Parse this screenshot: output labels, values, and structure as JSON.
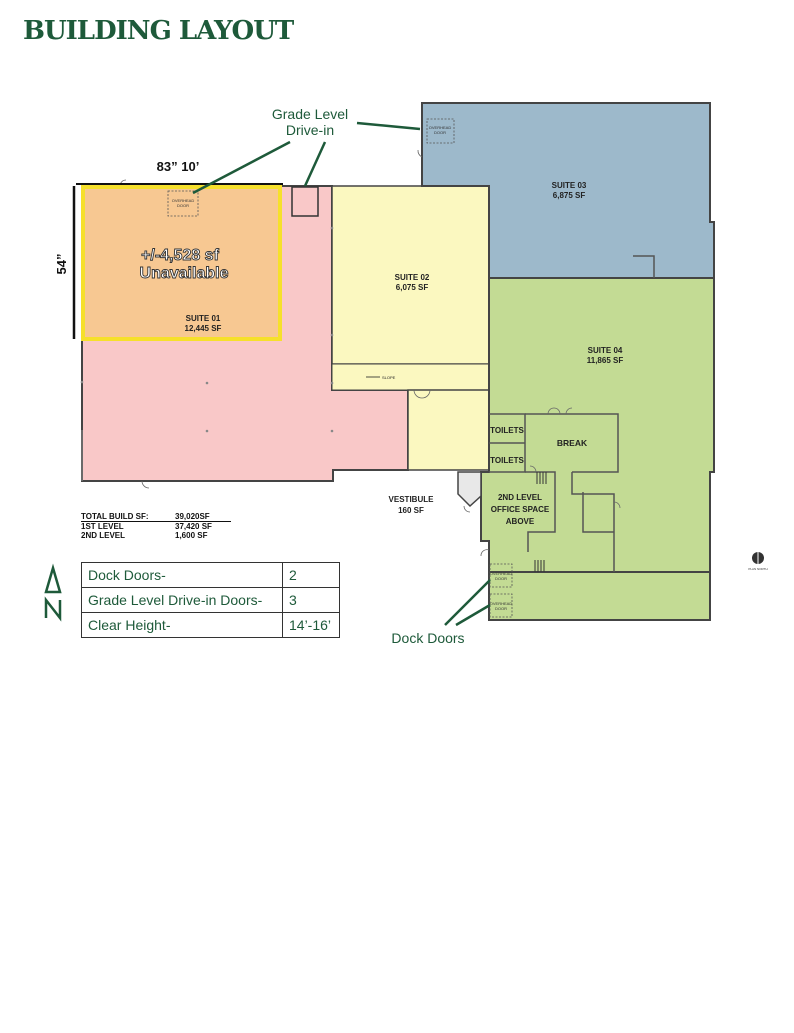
{
  "title": "BUILDING LAYOUT",
  "dimensions": {
    "width_label": "83” 10’",
    "height_label": "54”"
  },
  "callouts": {
    "grade_level_line1": "Grade Level",
    "grade_level_line2": "Drive-in",
    "dock_doors": "Dock Doors"
  },
  "unavailable": {
    "line1": "+/-4,528 sf",
    "line2": "Unavailable"
  },
  "suites": {
    "s01": {
      "name": "SUITE 01",
      "area": "12,445 SF"
    },
    "s02": {
      "name": "SUITE 02",
      "area": "6,075 SF"
    },
    "s03": {
      "name": "SUITE 03",
      "area": "6,875 SF"
    },
    "s04": {
      "name": "SUITE 04",
      "area": "11,865 SF"
    }
  },
  "rooms": {
    "toilets": "TOILETS",
    "break": "BREAK",
    "vestibule": "VESTIBULE",
    "vestibule_area": "160 SF",
    "office_line1": "2ND LEVEL",
    "office_line2": "OFFICE SPACE",
    "office_line3": "ABOVE",
    "slope": "SLOPE",
    "overhead_line1": "OVERHEAD",
    "overhead_line2": "DOOR",
    "plan_north": "PLAN NORTH"
  },
  "build_stats": [
    {
      "label": "TOTAL BUILD SF:",
      "value": "39,020SF"
    },
    {
      "label": "1ST LEVEL",
      "value": "37,420 SF"
    },
    {
      "label": "2ND LEVEL",
      "value": "1,600 SF"
    }
  ],
  "specs": [
    {
      "label": "Dock Doors-",
      "value": "2"
    },
    {
      "label": "Grade Level Drive-in Doors-",
      "value": "3"
    },
    {
      "label": "Clear Height-",
      "value": "14’-16’"
    }
  ],
  "colors": {
    "brand_green": "#1e5a3a",
    "suite01": "#f9c8c8",
    "suite02": "#fbf8c0",
    "suite03": "#9db9cb",
    "suite04": "#c3db94",
    "unavailable": "#f7c892",
    "unavailable_border": "#f6e02b"
  }
}
